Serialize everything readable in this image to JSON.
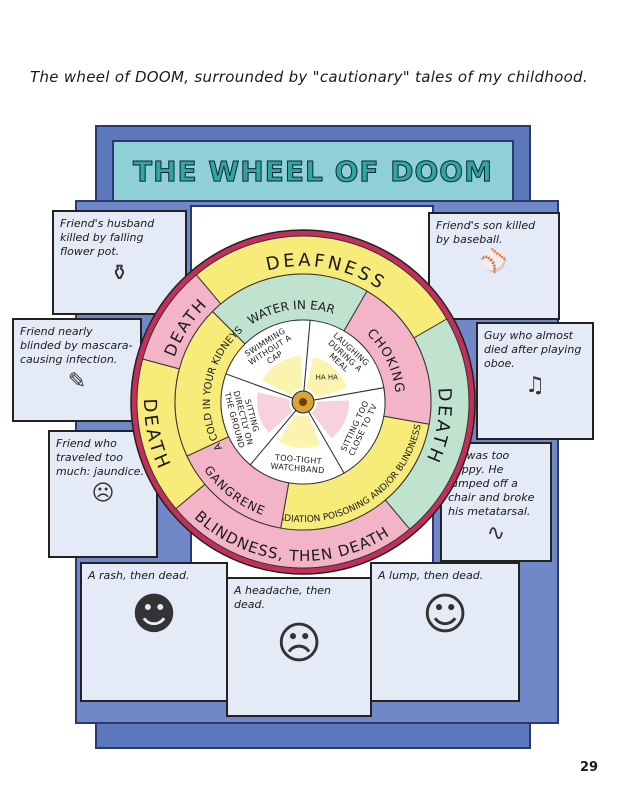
{
  "caption": "The wheel of DOOM, surrounded by \"cautionary\" tales of my childhood.",
  "title": "THE WHEEL OF DOOM",
  "panels": {
    "left_top": "Friend's husband killed by falling flower pot.",
    "left_mid": "Friend nearly blinded by mascara-causing infection.",
    "left_bottom": "Friend who traveled too much: jaundice.",
    "right_top": "Friend's son killed by baseball.",
    "right_mid": "Guy who almost died after playing oboe.",
    "right_bottom": "He was too happy. He jumped off a chair and broke his metatarsal.",
    "bottom_left": "A rash, then dead.",
    "bottom_mid": "A headache, then dead.",
    "bottom_right": "A lump, then dead."
  },
  "wheel": {
    "outer": [
      "DEAFNESS",
      "DEATH",
      "BLINDNESS, THEN DEATH",
      "DEATH",
      "DEATH"
    ],
    "middle": [
      "WATER IN EAR",
      "CHOKING",
      "RADIATION POISONING AND/OR BLINDNESS",
      "GANGRENE",
      "\"A COLD IN YOUR KIDNEYS\""
    ],
    "inner": [
      "SWIMMING WITHOUT A CAP",
      "LAUGHING DURING A MEAL",
      "SITTING TOO CLOSE TO TV",
      "TOO-TIGHT WATCHBAND",
      "SITTING DIRECTLY ON THE GROUND"
    ],
    "inner_extra": "HA HA"
  },
  "colors": {
    "yellow": "#f7ec7a",
    "pink": "#f2b4c6",
    "teal": "#bfe3cf",
    "rim": "#c2305a",
    "frame": "#5d77bd"
  },
  "page_number": "29"
}
